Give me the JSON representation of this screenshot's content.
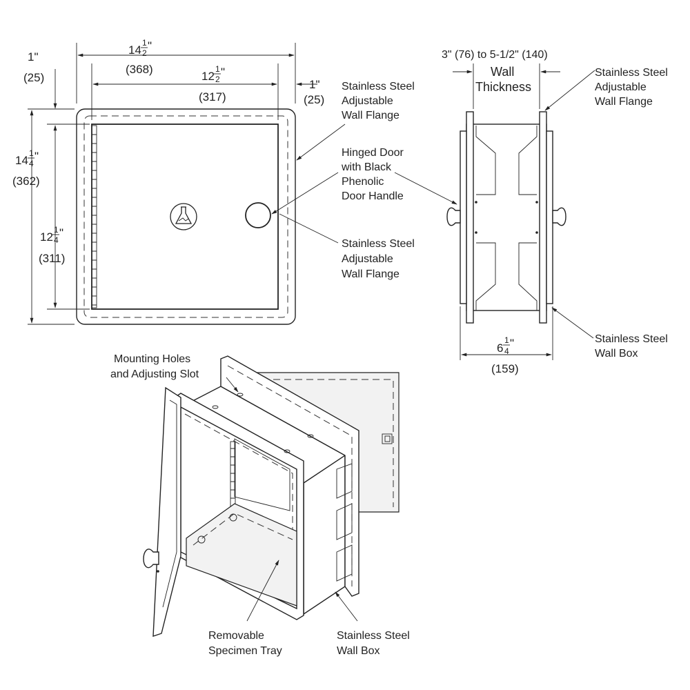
{
  "front_view": {
    "overall_width": {
      "whole": "14",
      "num": "1",
      "den": "2",
      "mm": "(368)"
    },
    "door_width": {
      "whole": "12",
      "num": "1",
      "den": "2",
      "mm": "(317)"
    },
    "overall_height": {
      "whole": "14",
      "num": "1",
      "den": "4",
      "mm": "(362)"
    },
    "door_height": {
      "whole": "12",
      "num": "1",
      "den": "4",
      "mm": "(311)"
    },
    "left_flange": {
      "inch": "1\"",
      "mm": "(25)"
    },
    "right_flange": {
      "inch": "1\"",
      "mm": "(25)"
    },
    "callout_flange_top": [
      "Stainless Steel",
      "Adjustable",
      "Wall Flange"
    ],
    "callout_door": [
      "Hinged Door",
      "with Black",
      "Phenolic",
      "Door Handle"
    ],
    "callout_flange_bottom": [
      "Stainless Steel",
      "Adjustable",
      "Wall Flange"
    ]
  },
  "side_view": {
    "wall_range": "3\" (76)  to  5-1/2\" (140)",
    "wall_label": [
      "Wall",
      "Thickness"
    ],
    "callout_flange": [
      "Stainless Steel",
      "Adjustable",
      "Wall Flange"
    ],
    "callout_box": [
      "Stainless Steel",
      "Wall Box"
    ],
    "depth": {
      "whole": "6",
      "num": "1",
      "den": "4",
      "mm": "(159)"
    }
  },
  "iso_view": {
    "callout_mounting": [
      "Mounting Holes",
      "and Adjusting Slot"
    ],
    "callout_tray": [
      "Removable",
      "Specimen Tray"
    ],
    "callout_box": [
      "Stainless Steel",
      "Wall Box"
    ]
  },
  "icons": [
    "lab-flask-icon"
  ]
}
